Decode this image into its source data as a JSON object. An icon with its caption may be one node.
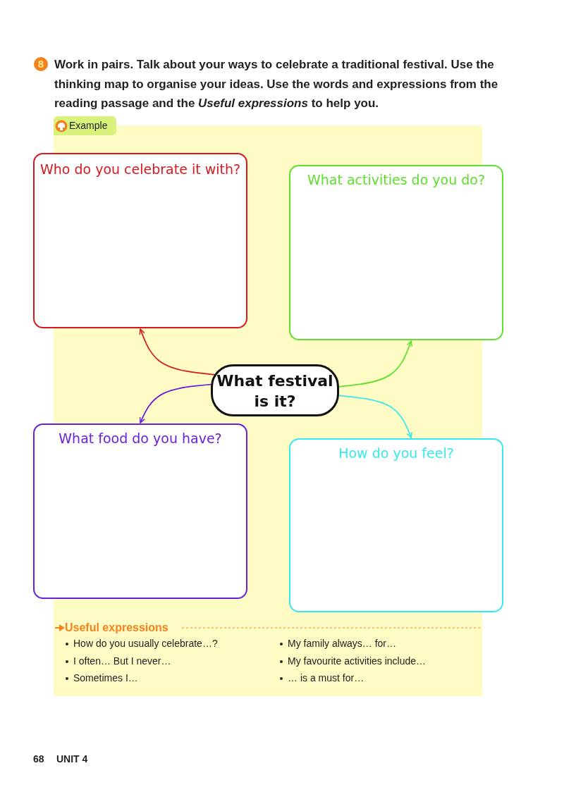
{
  "diagram": {
    "title": "Work in pairs. Talk about your ways to celebrate a traditional festival. Use the thinking map to organise your ideas. Use the words and expressions from the reading passage and the *Useful expressions* to help you.",
    "nodes": [
      {
        "text": [
          "Who do you celebrate it with?"
        ]
      },
      {
        "text": [
          "What activities do you do?"
        ]
      },
      {
        "text": [
          "What festival is it?"
        ]
      },
      {
        "text": [
          "What food do you have?"
        ]
      },
      {
        "text": [
          "How do you feel?"
        ]
      }
    ],
    "edges": [
      {
        "from": 2,
        "to": 0,
        "arrow": "to",
        "color": "#d7191f"
      },
      {
        "from": 2,
        "to": 1,
        "arrow": "to",
        "color": "#5ee02c"
      },
      {
        "from": 2,
        "to": 3,
        "arrow": "to",
        "color": "#6a1fd8"
      },
      {
        "from": 2,
        "to": 4,
        "arrow": "to",
        "color": "#38e8ef"
      }
    ],
    "labels": [
      "8",
      "Example",
      "Useful expressions",
      "How do you usually celebrate…?",
      "My family always… for…",
      "I often… But I never…",
      "My favourite activities include…",
      "Sometimes I…",
      "… is a must for…",
      "68",
      "UNIT 4"
    ]
  }
}
